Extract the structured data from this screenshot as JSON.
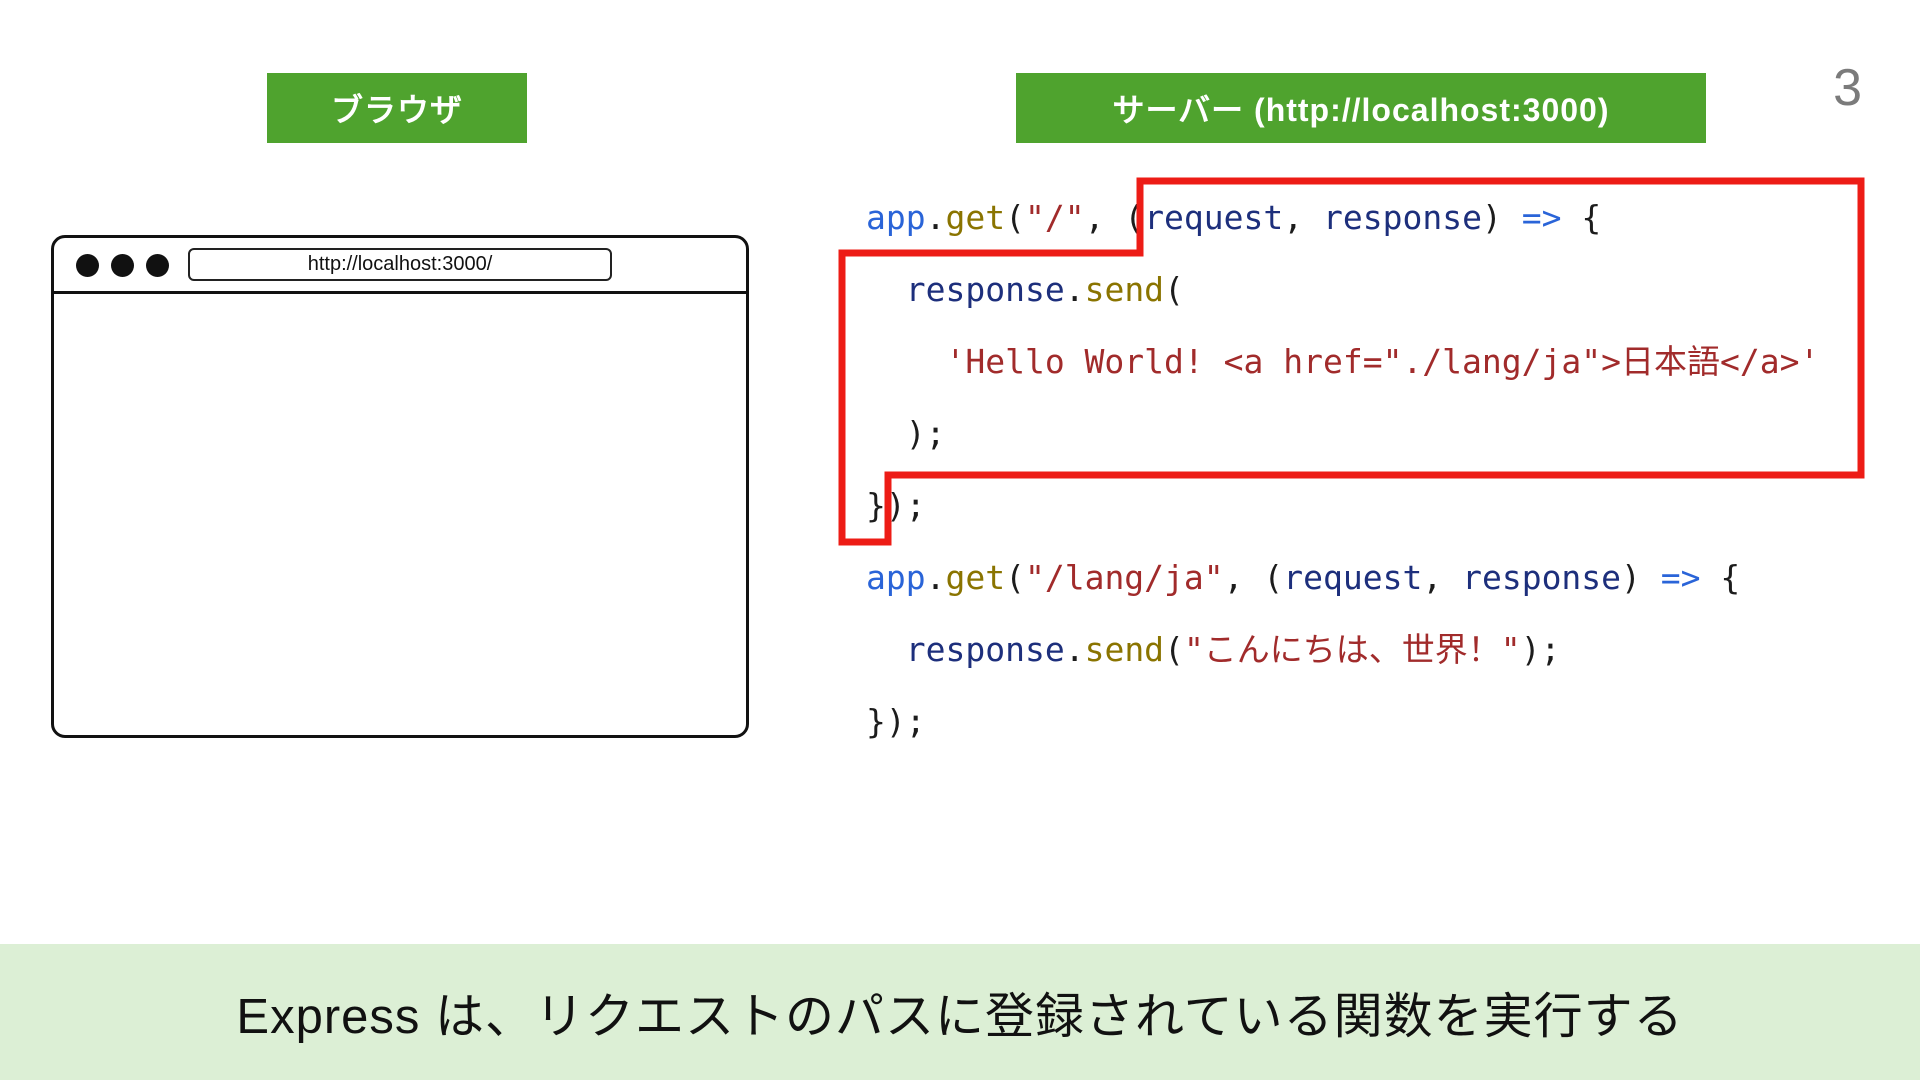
{
  "page": {
    "number": "3",
    "caption": "Express は、リクエストのパスに登録されている関数を実行する"
  },
  "headers": {
    "browser_label": "ブラウザ",
    "server_label": "サーバー (http://localhost:3000)"
  },
  "browser_window": {
    "url": "http://localhost:3000/"
  },
  "code": {
    "lines": [
      [
        {
          "t": "app",
          "c": "blue"
        },
        {
          "t": ".",
          "c": "plain"
        },
        {
          "t": "get",
          "c": "olive"
        },
        {
          "t": "(",
          "c": "plain"
        },
        {
          "t": "\"/\"",
          "c": "str"
        },
        {
          "t": ", (",
          "c": "plain"
        },
        {
          "t": "request",
          "c": "navy"
        },
        {
          "t": ", ",
          "c": "plain"
        },
        {
          "t": "response",
          "c": "navy"
        },
        {
          "t": ") ",
          "c": "plain"
        },
        {
          "t": "=>",
          "c": "blue"
        },
        {
          "t": " {",
          "c": "plain"
        }
      ],
      [
        {
          "t": "  ",
          "c": "plain"
        },
        {
          "t": "response",
          "c": "navy"
        },
        {
          "t": ".",
          "c": "plain"
        },
        {
          "t": "send",
          "c": "olive"
        },
        {
          "t": "(",
          "c": "plain"
        }
      ],
      [
        {
          "t": "    ",
          "c": "plain"
        },
        {
          "t": "'Hello World! <a href=\"./lang/ja\">日本語</a>'",
          "c": "str"
        }
      ],
      [
        {
          "t": "  );",
          "c": "plain"
        }
      ],
      [
        {
          "t": "});",
          "c": "plain"
        }
      ],
      [
        {
          "t": "app",
          "c": "blue"
        },
        {
          "t": ".",
          "c": "plain"
        },
        {
          "t": "get",
          "c": "olive"
        },
        {
          "t": "(",
          "c": "plain"
        },
        {
          "t": "\"/lang/ja\"",
          "c": "str"
        },
        {
          "t": ", (",
          "c": "plain"
        },
        {
          "t": "request",
          "c": "navy"
        },
        {
          "t": ", ",
          "c": "plain"
        },
        {
          "t": "response",
          "c": "navy"
        },
        {
          "t": ") ",
          "c": "plain"
        },
        {
          "t": "=>",
          "c": "blue"
        },
        {
          "t": " {",
          "c": "plain"
        }
      ],
      [
        {
          "t": "  ",
          "c": "plain"
        },
        {
          "t": "response",
          "c": "navy"
        },
        {
          "t": ".",
          "c": "plain"
        },
        {
          "t": "send",
          "c": "olive"
        },
        {
          "t": "(",
          "c": "plain"
        },
        {
          "t": "\"こんにちは、世界！\"",
          "c": "str"
        },
        {
          "t": ");",
          "c": "plain"
        }
      ],
      [
        {
          "t": "});",
          "c": "plain"
        }
      ]
    ]
  },
  "colors": {
    "header_green": "#4fa32e",
    "banner_green": "#dcefd5",
    "highlight_red": "#ed1c16",
    "code_blue": "#2a64d8",
    "code_olive": "#8a7400",
    "code_string_red": "#a12b2b",
    "code_navy": "#1d2f7c",
    "code_plain": "#1c1c1c",
    "page_number_gray": "#7b7b7b"
  }
}
